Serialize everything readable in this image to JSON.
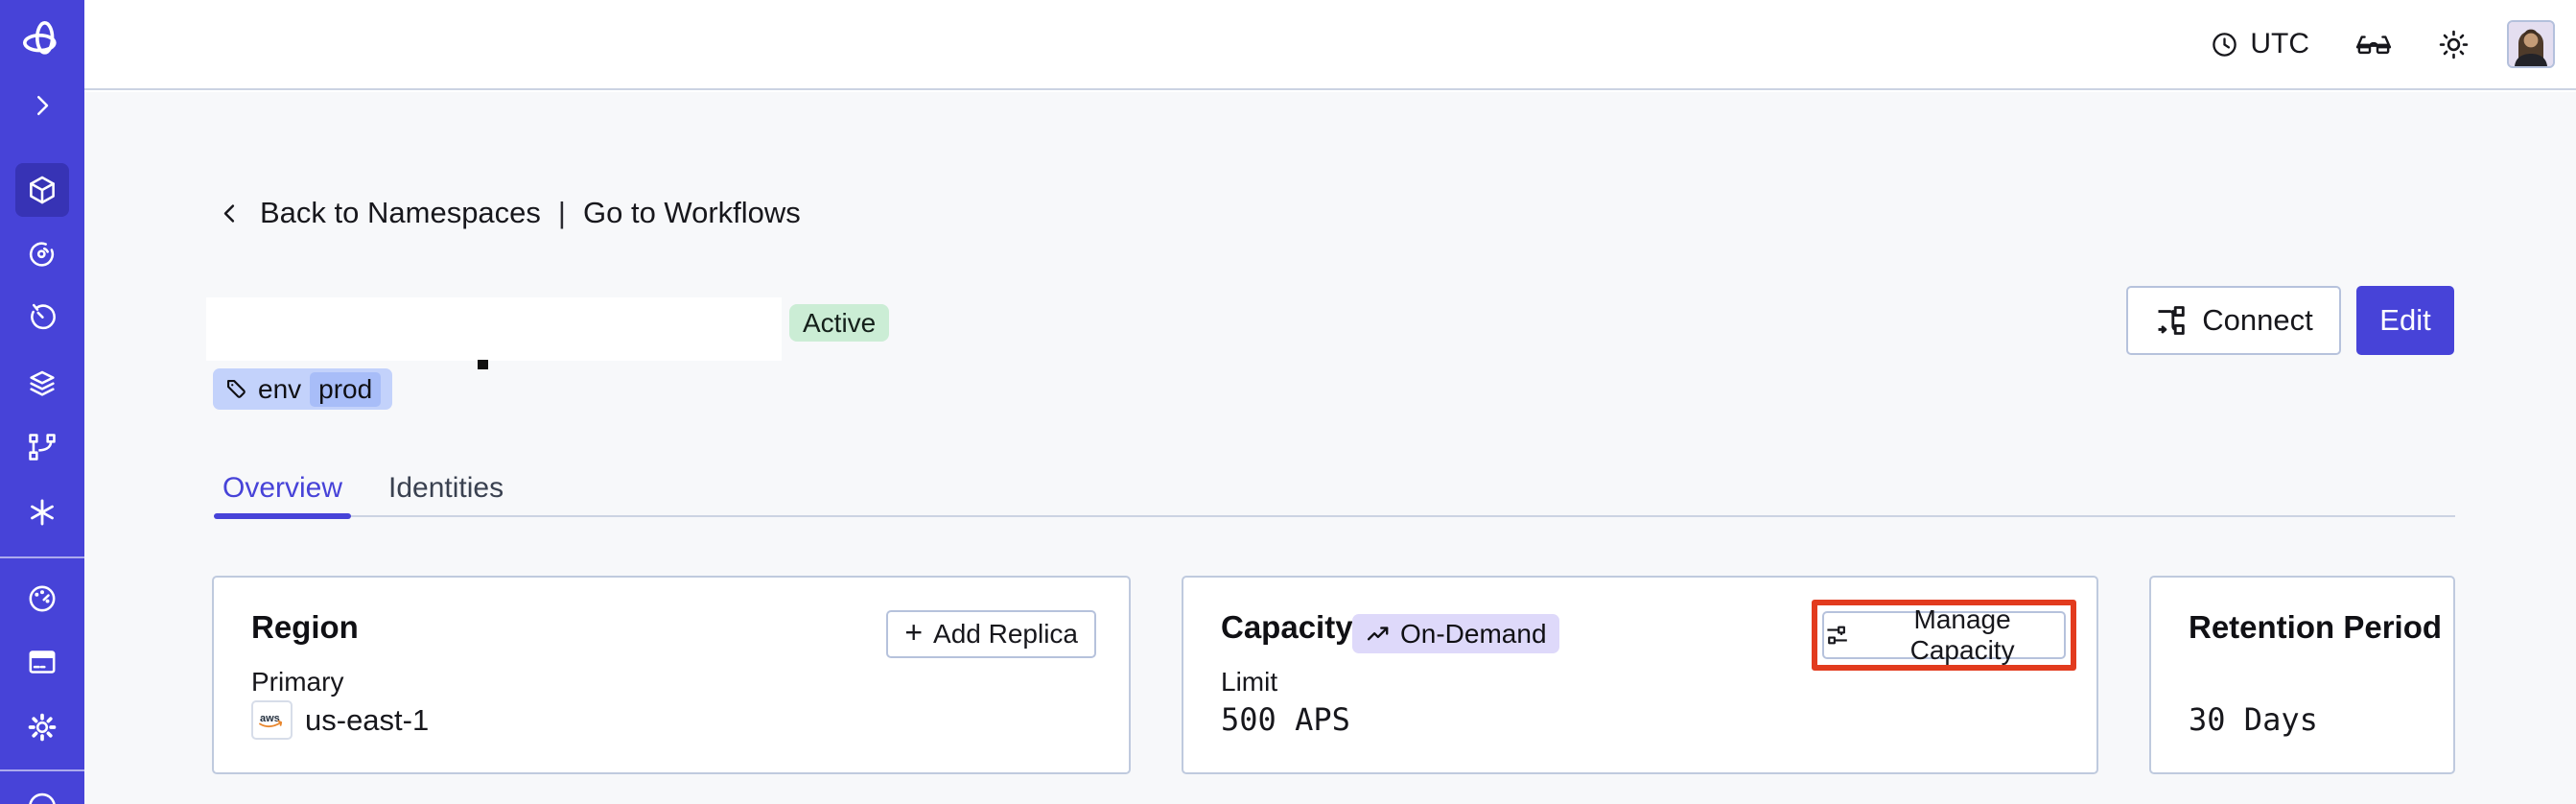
{
  "topbar": {
    "timezone": "UTC",
    "icons": [
      "clock-icon",
      "glasses-icon",
      "sun-icon",
      "avatar"
    ]
  },
  "sidebar": {
    "items": [
      "temporal-logo",
      "expand-chevron",
      "namespaces (active)",
      "workflows",
      "schedules",
      "batch-operations",
      "deployments",
      "nexus",
      "usage",
      "billing",
      "settings",
      "help"
    ]
  },
  "breadcrumb": {
    "back_label": "Back to Namespaces",
    "separator": "|",
    "forward_label": "Go to Workflows"
  },
  "namespace": {
    "status_badge": "Active",
    "tag": {
      "key": "env",
      "value": "prod"
    }
  },
  "actions": {
    "connect_label": "Connect",
    "edit_label": "Edit"
  },
  "tabs": [
    {
      "label": "Overview",
      "active": true
    },
    {
      "label": "Identities",
      "active": false
    }
  ],
  "cards": {
    "region": {
      "title": "Region",
      "plus": "+",
      "add_replica_label": "Add Replica",
      "field_label": "Primary",
      "provider": "aws",
      "value": "us-east-1"
    },
    "capacity": {
      "title": "Capacity",
      "badge": "On-Demand",
      "manage_label": "Manage Capacity",
      "field_label": "Limit",
      "value": "500 APS"
    },
    "retention": {
      "title": "Retention Period",
      "value": "30 Days"
    }
  },
  "colors": {
    "accent_indigo": "#4743D8",
    "annotation_red": "#E23B1E",
    "status_active_bg": "#CBEDD5",
    "tag_bg": "#C3D2FB",
    "tag_value_bg": "#A8BDF8",
    "ondemand_bg": "#DED9FA",
    "aws_orange": "#E8862D",
    "page_bg": "#F7F8FA",
    "card_border": "#BFCADE"
  }
}
